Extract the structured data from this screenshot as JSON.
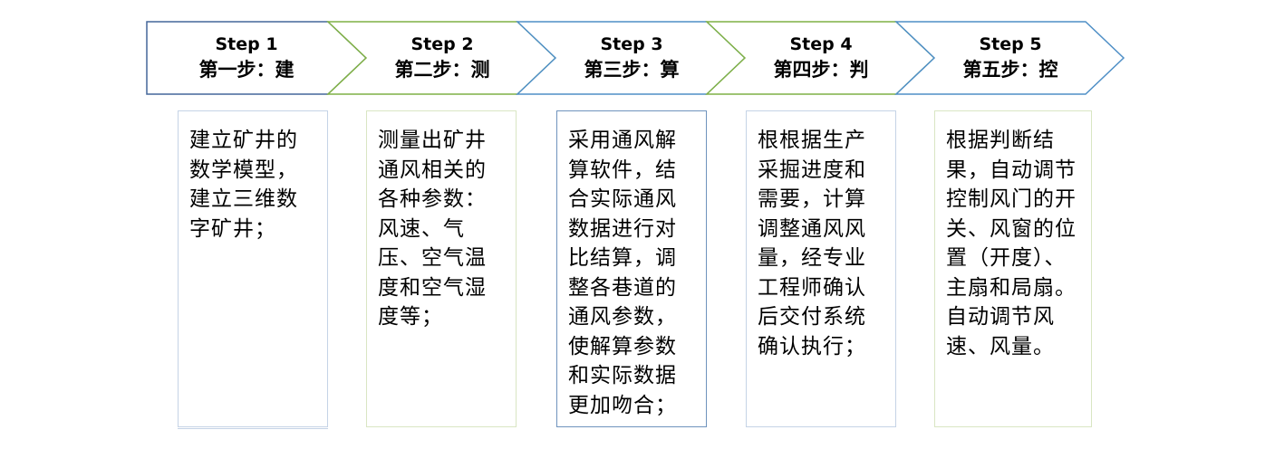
{
  "steps": [
    {
      "en": "Step 1",
      "zh": "第一步：建",
      "desc": "建立矿井的数学模型，建立三维数字矿井；",
      "stroke": "#44679a"
    },
    {
      "en": "Step 2",
      "zh": "第二步：测",
      "desc": "测量出矿井通风相关的各种参数：风速、气压、空气温度和空气湿度等；",
      "stroke": "#7fb045"
    },
    {
      "en": "Step 3",
      "zh": "第三步：算",
      "desc": "采用通风解算软件，结合实际通风数据进行对比结算，调整各巷道的通风参数，使解算参数和实际数据更加吻合；",
      "stroke": "#4f8fc6"
    },
    {
      "en": "Step 4",
      "zh": "第四步：判",
      "desc": "根根据生产采掘进度和需要，计算调整通风风量，经专业工程师确认后交付系统确认执行；",
      "stroke": "#7fb045"
    },
    {
      "en": "Step 5",
      "zh": "第五步：控",
      "desc": "根据判断结果，自动调节控制风门的开关、风窗的位置（开度）、主扇和局扇。自动调节风速、风量。",
      "stroke": "#4f8fc6"
    }
  ]
}
